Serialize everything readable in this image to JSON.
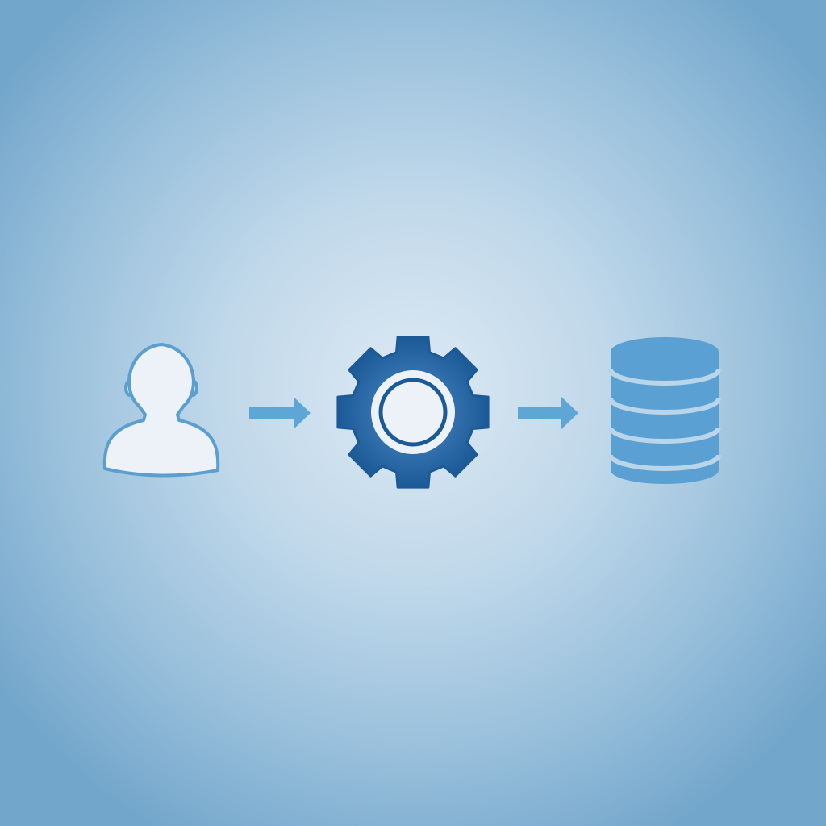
{
  "diagram": {
    "nodes": [
      {
        "id": "user",
        "icon": "user-icon"
      },
      {
        "id": "process",
        "icon": "gear-icon"
      },
      {
        "id": "storage",
        "icon": "database-icon"
      }
    ],
    "edges": [
      {
        "from": "user",
        "to": "process",
        "icon": "arrow-right-icon"
      },
      {
        "from": "process",
        "to": "storage",
        "icon": "arrow-right-icon"
      }
    ]
  },
  "colors": {
    "background_center": "#dde9f3",
    "background_edge": "#73a6cb",
    "user_fill": "#ecf2f8",
    "user_stroke": "#5b9fd0",
    "gear_dark": "#1c5a97",
    "gear_light": "#4a86bf",
    "gear_hub": "#ecf2f8",
    "arrow": "#5ea6d6",
    "database_fill": "#5aa0d3",
    "database_divider": "#b9d5ea"
  }
}
